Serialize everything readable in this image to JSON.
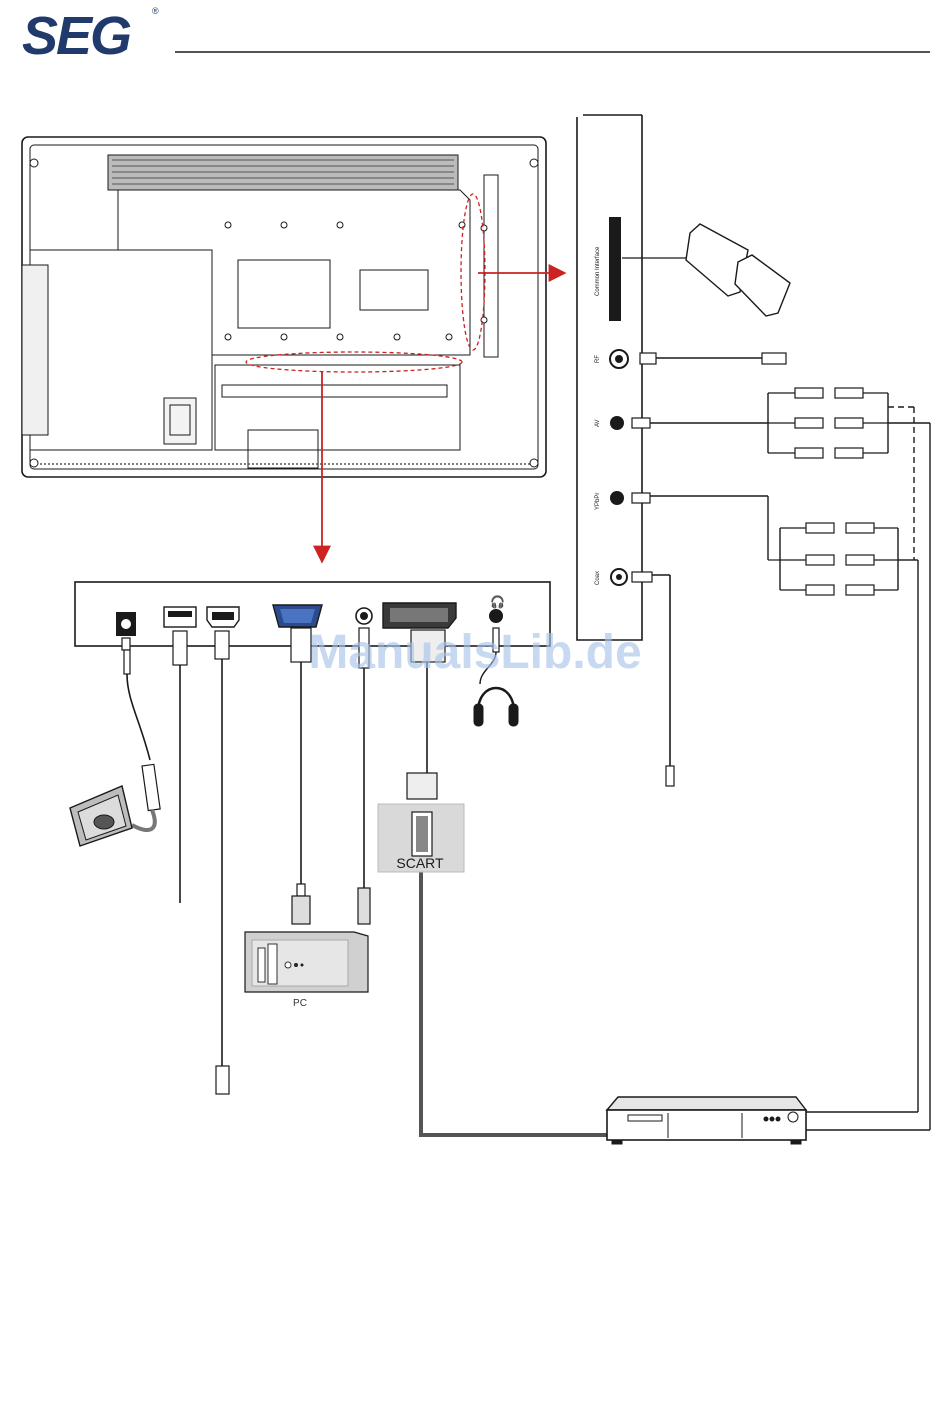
{
  "header": {
    "brand": "SEG",
    "registered_mark": "®"
  },
  "side_panel": {
    "ci_label": "Common Interface",
    "rf_label": "RF",
    "av_label": "AV",
    "ypbpr_label": "YPbPr",
    "coax_label": "Coax"
  },
  "devices": {
    "pc_label": "PC",
    "scart_label": "SCART"
  },
  "watermark": "ManualsLib.de",
  "colors": {
    "line": "#1a1a1a",
    "arrow": "#cc2222",
    "watermark": "#a9c4ea",
    "panel_grey": "#d9d9d9"
  },
  "icons": {
    "ci_card": "ci-module-card-icon",
    "headphones": "headphones-icon",
    "power_outlet": "power-outlet-icon",
    "pc": "desktop-pc-icon",
    "dvd": "dvd-player-icon"
  }
}
